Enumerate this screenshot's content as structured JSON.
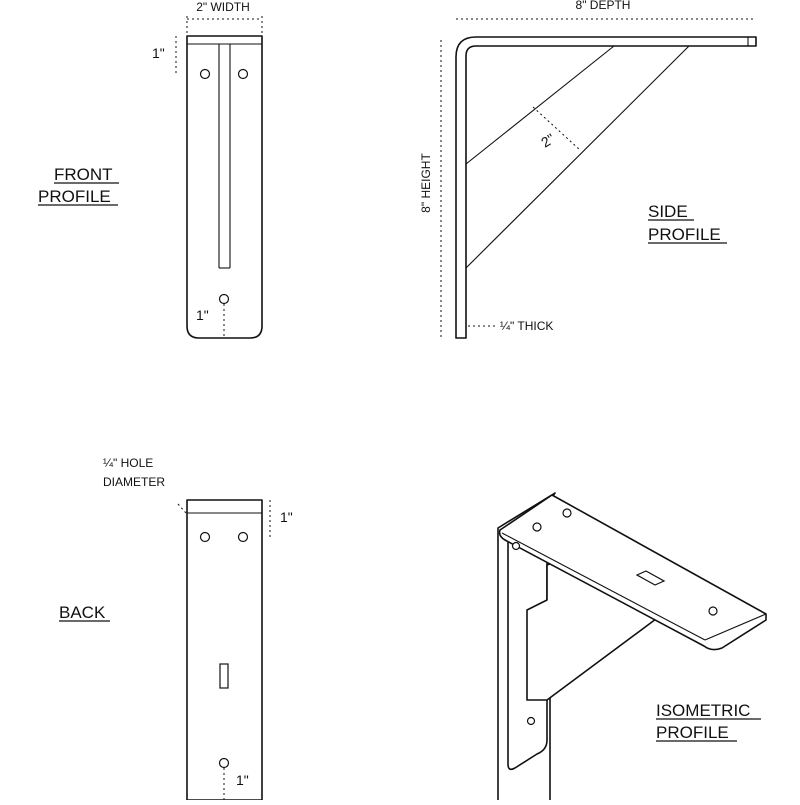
{
  "labels": {
    "front_line1": "FRONT",
    "front_line2": "PROFILE",
    "side_line1": "SIDE",
    "side_line2": "PROFILE",
    "back": "BACK",
    "iso_line1": "ISOMETRIC",
    "iso_line2": "PROFILE"
  },
  "dimensions": {
    "width": "2\" WIDTH",
    "depth": "8\" DEPTH",
    "height": "8\" HEIGHT",
    "thick": "¼\" THICK",
    "brace_width": "2\"",
    "front_top_offset": "1\"",
    "front_bottom_offset": "1\"",
    "back_top_offset": "1\"",
    "back_bottom_offset": "1\"",
    "hole_line1": "¼\" HOLE",
    "hole_line2": "DIAMETER"
  }
}
